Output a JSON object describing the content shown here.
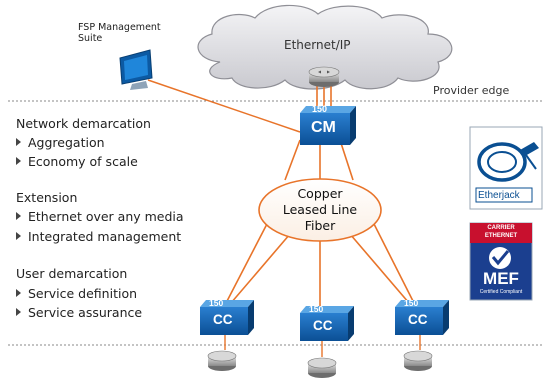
{
  "cloud": {
    "label": "Ethernet/IP"
  },
  "management": {
    "label": "FSP Management Suite"
  },
  "provider_edge": {
    "label": "Provider edge"
  },
  "sections": [
    {
      "title": "Network demarcation",
      "bullets": [
        "Aggregation",
        "Economy of scale"
      ]
    },
    {
      "title": "Extension",
      "bullets": [
        "Ethernet over any media",
        "Integrated management"
      ]
    },
    {
      "title": "User demarcation",
      "bullets": [
        "Service definition",
        "Service assurance"
      ]
    }
  ],
  "central_module": {
    "top": "150",
    "label": "CM"
  },
  "ellipse": {
    "lines": [
      "Copper",
      "Leased Line",
      "Fiber"
    ]
  },
  "customer_modules": [
    {
      "top": "150",
      "label": "CC"
    },
    {
      "top": "150",
      "label": "CC"
    },
    {
      "top": "150",
      "label": "CC"
    }
  ],
  "logos": {
    "etherjack": "Etherjack",
    "mef": {
      "line1": "CARRIER",
      "line2": "ETHERNET",
      "main": "MEF",
      "sub": "Certified Compliant"
    }
  },
  "colors": {
    "accent": "#0a5fa8",
    "link_orange": "#e8742a",
    "mef_red": "#c8102e",
    "mef_blue": "#1b3f8f"
  }
}
